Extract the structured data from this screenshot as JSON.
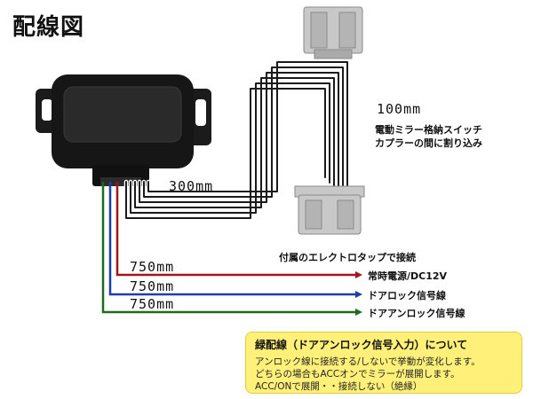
{
  "title": "配線図",
  "connector": {
    "length_label": "100mm",
    "description_line1": "電動ミラー格納スイッチ",
    "description_line2": "カプラーの間に割り込み"
  },
  "harness": {
    "length_label": "300mm"
  },
  "tap_note": "付属のエレクトロタップで接続",
  "wires": [
    {
      "length_label": "750mm",
      "label": "常時電源/DC12V",
      "color": "#a3151c"
    },
    {
      "length_label": "750mm",
      "label": "ドアロック信号線",
      "color": "#1d3fa0"
    },
    {
      "length_label": "750mm",
      "label": "ドアアンロック信号線",
      "color": "#1f6b1f"
    }
  ],
  "note": {
    "title": "緑配線（ドアアンロック信号入力）について",
    "lines": [
      "アンロック線に接続する/しないで挙動が変化します。",
      "どちらの場合もACCオンでミラーが展開します。",
      "ACC/ONで展開・・接続しない（絶縁）"
    ]
  }
}
